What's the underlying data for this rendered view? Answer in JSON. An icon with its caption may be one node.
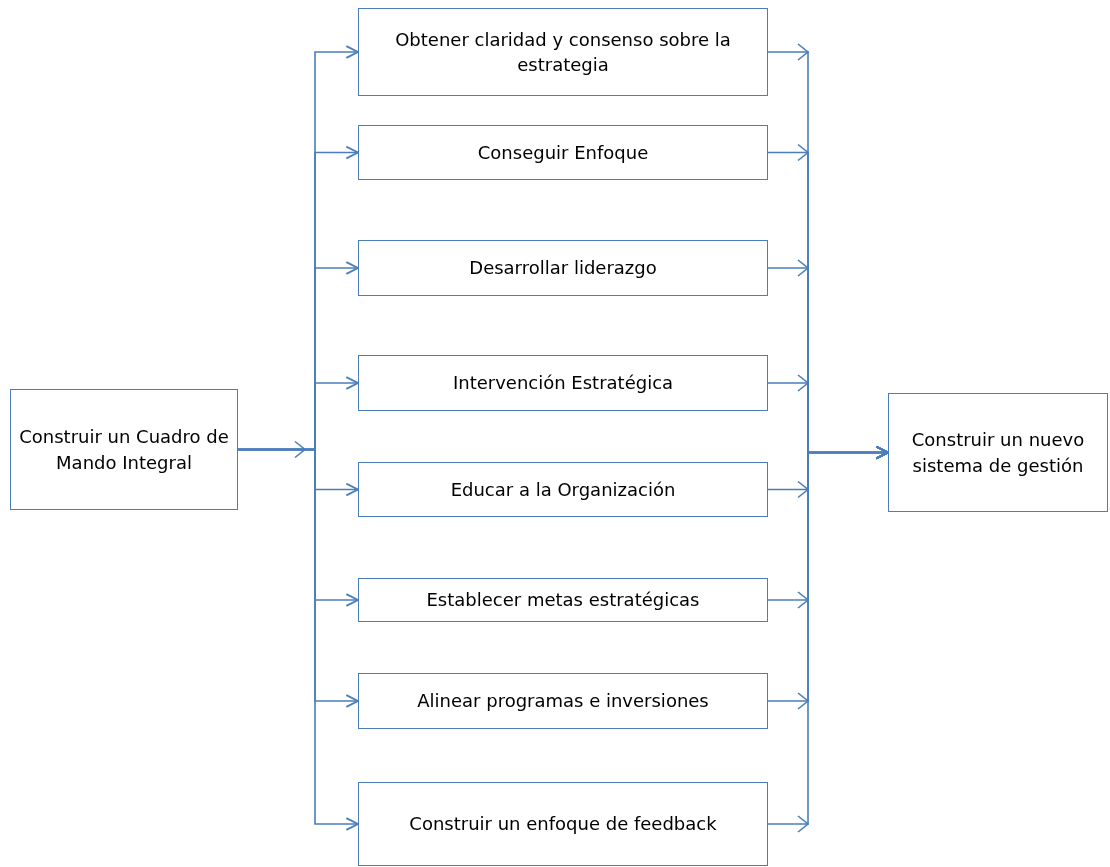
{
  "diagram": {
    "nodes": [
      {
        "text": [
          "Construir un Cuadro de Mando Integral"
        ]
      },
      {
        "text": [
          "Obtener claridad y consenso sobre la estrategia"
        ]
      },
      {
        "text": [
          "Conseguir Enfoque"
        ]
      },
      {
        "text": [
          "Desarrollar liderazgo"
        ]
      },
      {
        "text": [
          "Intervención Estratégica"
        ]
      },
      {
        "text": [
          "Educar a la Organización"
        ]
      },
      {
        "text": [
          "Establecer metas estratégicas"
        ]
      },
      {
        "text": [
          "Alinear programas e inversiones"
        ]
      },
      {
        "text": [
          "Construir un enfoque de feedback"
        ]
      },
      {
        "text": [
          "Construir un nuevo sistema de gestión"
        ]
      }
    ],
    "edges": [
      {
        "from": 0,
        "to": 1,
        "arrow": "to"
      },
      {
        "from": 0,
        "to": 2,
        "arrow": "to"
      },
      {
        "from": 0,
        "to": 3,
        "arrow": "to"
      },
      {
        "from": 0,
        "to": 4,
        "arrow": "to"
      },
      {
        "from": 0,
        "to": 5,
        "arrow": "to"
      },
      {
        "from": 0,
        "to": 6,
        "arrow": "to"
      },
      {
        "from": 0,
        "to": 7,
        "arrow": "to"
      },
      {
        "from": 0,
        "to": 8,
        "arrow": "to"
      },
      {
        "from": 1,
        "to": 9,
        "arrow": "to"
      },
      {
        "from": 2,
        "to": 9,
        "arrow": "to"
      },
      {
        "from": 3,
        "to": 9,
        "arrow": "to"
      },
      {
        "from": 4,
        "to": 9,
        "arrow": "to"
      },
      {
        "from": 5,
        "to": 9,
        "arrow": "to"
      },
      {
        "from": 6,
        "to": 9,
        "arrow": "to"
      },
      {
        "from": 7,
        "to": 9,
        "arrow": "to"
      },
      {
        "from": 8,
        "to": 9,
        "arrow": "to"
      }
    ]
  }
}
